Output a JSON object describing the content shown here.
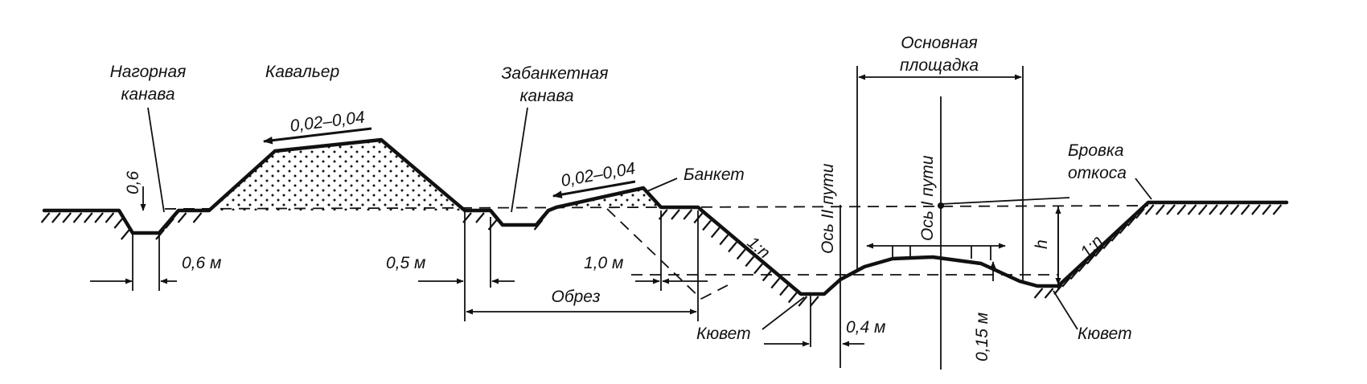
{
  "labels": {
    "upland_ditch": [
      "Нагорная",
      "канава"
    ],
    "spoil_bank": "Кавальер",
    "slope_spoil": "0,02–0,04",
    "berm_ditch": [
      "Забанкетная",
      "канава"
    ],
    "slope_berm": "0,02–0,04",
    "berm": "Банкет",
    "main_platform": [
      "Основная",
      "площадка"
    ],
    "axis_track_2": "Ось II пути",
    "axis_track_1": "Ось I пути",
    "slope_edge": [
      "Бровка",
      "откоса"
    ],
    "depth_06": "0,6",
    "width_06m": "0,6 м",
    "dim_05m": "0,5 м",
    "dim_10m": "1,0 м",
    "cut_edge": "Обрез",
    "ditch_left": "Кювет",
    "dim_04m": "0,4 м",
    "dim_015m": "0,15 м",
    "slope_ratio_left": "1:n",
    "slope_ratio_right": "1:n",
    "height_h": "h",
    "ditch_right": "Кювет"
  },
  "colors": {
    "ink": "#111111",
    "background": "#ffffff"
  }
}
